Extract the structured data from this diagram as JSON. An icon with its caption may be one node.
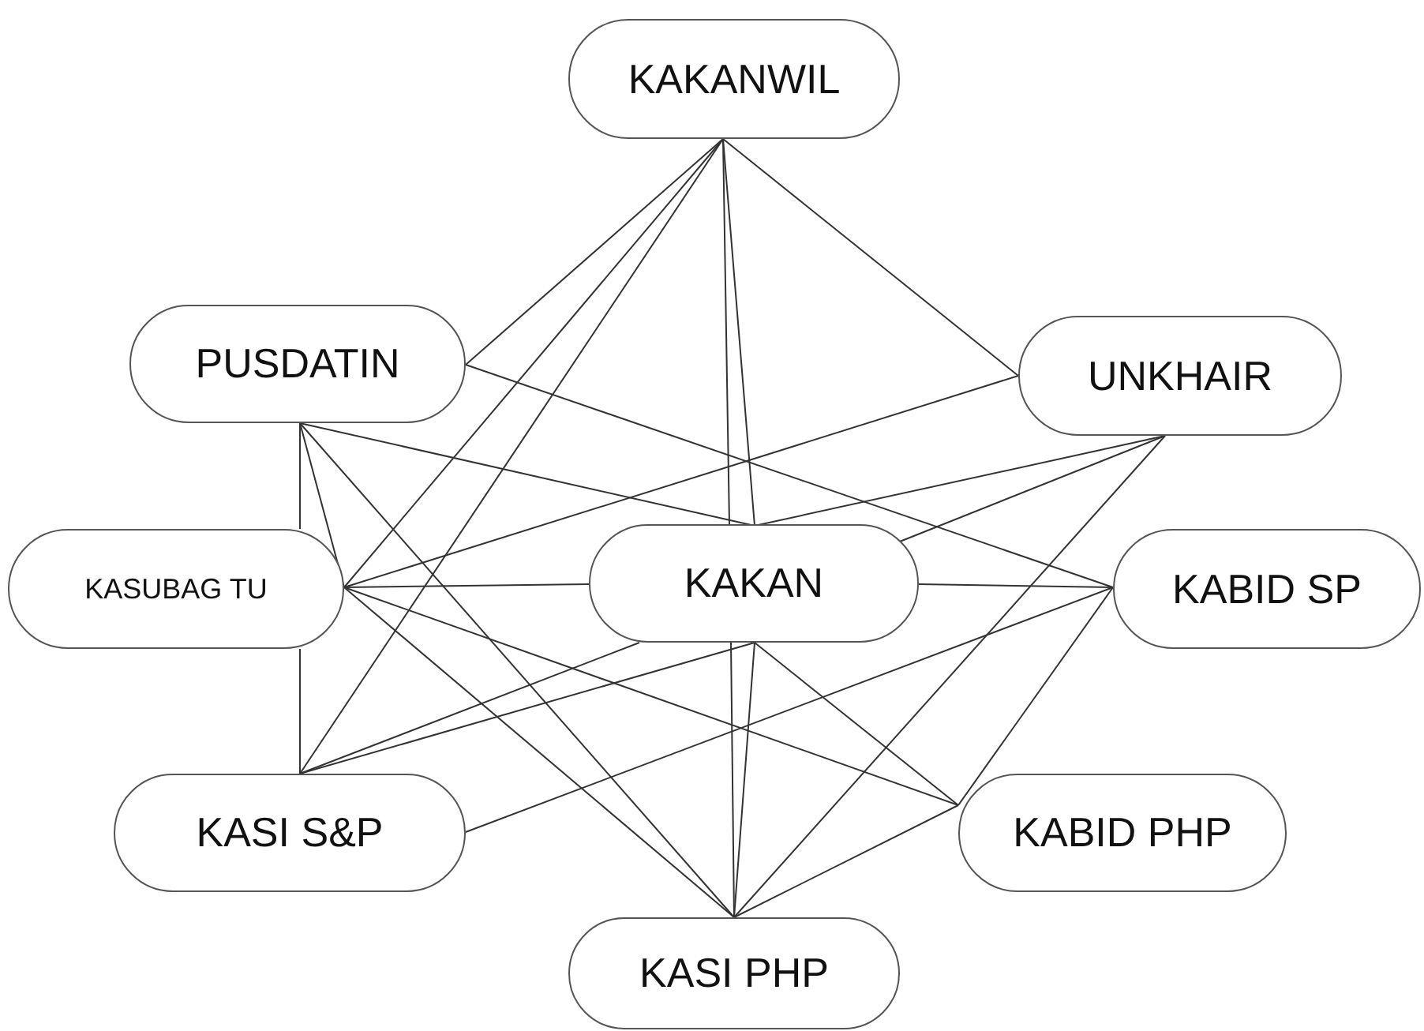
{
  "diagram": {
    "nodes": [
      {
        "text": [
          "KAKANWIL"
        ]
      },
      {
        "text": [
          "PUSDATIN"
        ]
      },
      {
        "text": [
          "UNKHAIR"
        ]
      },
      {
        "text": [
          "KASUBAG TU"
        ]
      },
      {
        "text": [
          "KAKAN"
        ]
      },
      {
        "text": [
          "KABID SP"
        ]
      },
      {
        "text": [
          "KASI S&P"
        ]
      },
      {
        "text": [
          "KABID PHP"
        ]
      },
      {
        "text": [
          "KASI PHP"
        ]
      }
    ],
    "edges": [
      {
        "from": 0,
        "to": 1,
        "arrow": "none"
      },
      {
        "from": 0,
        "to": 3,
        "arrow": "none"
      },
      {
        "from": 0,
        "to": 6,
        "arrow": "none"
      },
      {
        "from": 0,
        "to": 4,
        "arrow": "none"
      },
      {
        "from": 0,
        "to": 4,
        "arrow": "none"
      },
      {
        "from": 0,
        "to": 2,
        "arrow": "none"
      },
      {
        "from": 1,
        "to": 5,
        "arrow": "none"
      },
      {
        "from": 1,
        "to": 3,
        "arrow": "none"
      },
      {
        "from": 1,
        "to": 3,
        "arrow": "none"
      },
      {
        "from": 1,
        "to": 4,
        "arrow": "none"
      },
      {
        "from": 1,
        "to": 8,
        "arrow": "none"
      },
      {
        "from": 2,
        "to": 3,
        "arrow": "none"
      },
      {
        "from": 2,
        "to": 4,
        "arrow": "none"
      },
      {
        "from": 2,
        "to": 4,
        "arrow": "none"
      },
      {
        "from": 2,
        "to": 8,
        "arrow": "none"
      },
      {
        "from": 3,
        "to": 4,
        "arrow": "none"
      },
      {
        "from": 3,
        "to": 7,
        "arrow": "none"
      },
      {
        "from": 3,
        "to": 8,
        "arrow": "none"
      },
      {
        "from": 4,
        "to": 5,
        "arrow": "none"
      },
      {
        "from": 4,
        "to": 6,
        "arrow": "none"
      },
      {
        "from": 4,
        "to": 8,
        "arrow": "none"
      },
      {
        "from": 4,
        "to": 7,
        "arrow": "none"
      },
      {
        "from": 5,
        "to": 6,
        "arrow": "none"
      },
      {
        "from": 5,
        "to": 7,
        "arrow": "none"
      },
      {
        "from": 7,
        "to": 8,
        "arrow": "none"
      },
      {
        "from": 4,
        "to": 8,
        "arrow": "none"
      },
      {
        "from": 3,
        "to": 6,
        "arrow": "none"
      },
      {
        "from": 4,
        "to": 6,
        "arrow": "none"
      }
    ]
  }
}
